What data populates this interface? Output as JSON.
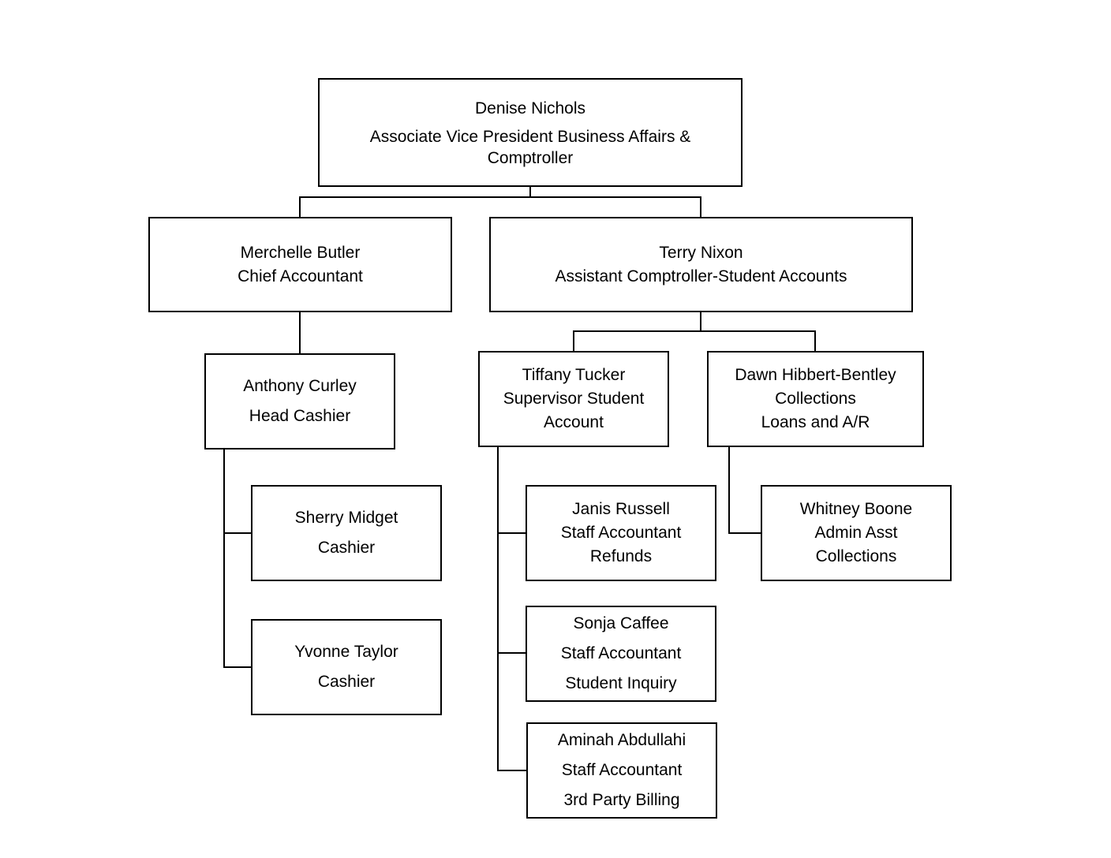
{
  "nodes": {
    "top": {
      "name": "Denise Nichols",
      "title": "Associate Vice President Business Affairs & Comptroller"
    },
    "mb": {
      "name": "Merchelle Butler",
      "title": "Chief Accountant"
    },
    "tn": {
      "name": "Terry Nixon",
      "title": "Assistant Comptroller-Student Accounts"
    },
    "ac": {
      "name": "Anthony Curley",
      "title": "Head Cashier"
    },
    "tt": {
      "name": "Tiffany Tucker",
      "title_1": "Supervisor Student",
      "title_2": "Account"
    },
    "dhb": {
      "name": "Dawn Hibbert-Bentley",
      "title_1": "Collections",
      "title_2": "Loans and A/R"
    },
    "sm": {
      "name": "Sherry Midget",
      "title": "Cashier"
    },
    "yt": {
      "name": "Yvonne Taylor",
      "title": "Cashier"
    },
    "jr": {
      "name": "Janis Russell",
      "title_1": "Staff Accountant",
      "title_2": "Refunds"
    },
    "sc": {
      "name": "Sonja Caffee",
      "title_1": "Staff Accountant",
      "title_2": "Student Inquiry"
    },
    "aa": {
      "name": "Aminah Abdullahi",
      "title_1": "Staff Accountant",
      "title_2": "3rd Party Billing"
    },
    "wb": {
      "name": "Whitney Boone",
      "title_1": "Admin Asst",
      "title_2": "Collections"
    }
  }
}
